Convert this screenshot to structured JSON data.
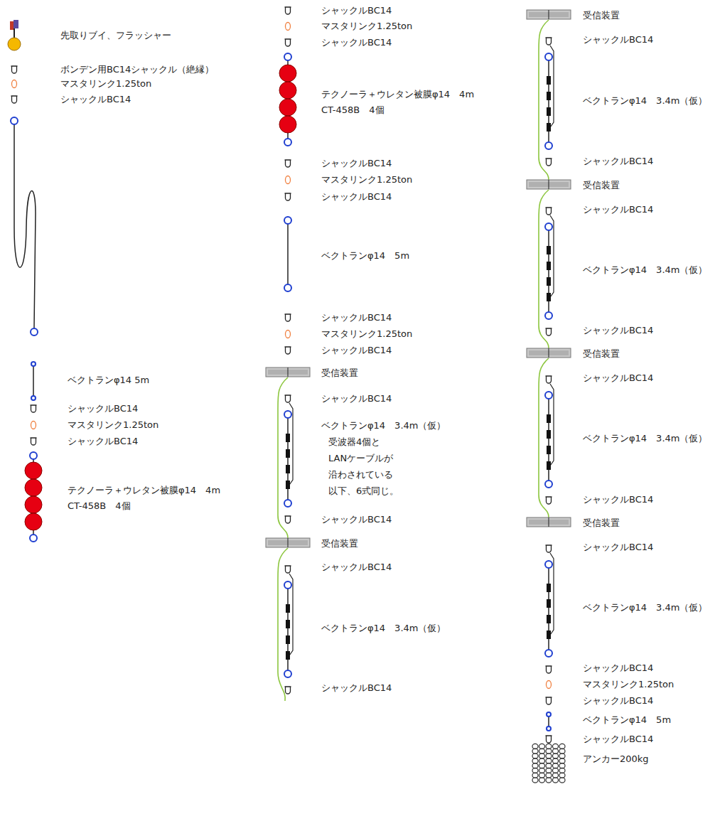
{
  "diagram": {
    "labels": [
      "先取りブイ、フラッシャー",
      "ボンデン用BC14シャックル（絶縁）",
      "マスタリンク1.25ton",
      "シャックルBC14",
      "ベクトランφ14 5m",
      "シャックルBC14",
      "マスタリンク1.25ton",
      "シャックルBC14",
      "テクノーラ＋ウレタン被膜φ14　4m",
      "CT-458B　4個",
      "シャックルBC14",
      "マスタリンク1.25ton",
      "シャックルBC14",
      "テクノーラ＋ウレタン被膜φ14　4m",
      "CT-458B　4個",
      "シャックルBC14",
      "マスタリンク1.25ton",
      "シャックルBC14",
      "ベクトランφ14　5m",
      "シャックルBC14",
      "マスタリンク1.25ton",
      "シャックルBC14",
      "受信装置",
      "シャックルBC14",
      "ベクトランφ14　3.4m（仮）",
      "受波器4個と LANケーブルが 沿わされている 以下、6式同じ。",
      "シャックルBC14",
      "受信装置",
      "シャックルBC14",
      "ベクトランφ14　3.4m（仮）",
      "シャックルBC14",
      "受信装置",
      "シャックルBC14",
      "ベクトランφ14　3.4m（仮）",
      "シャックルBC14",
      "受信装置",
      "シャックルBC14",
      "ベクトランφ14　3.4m（仮）",
      "シャックルBC14",
      "受信装置",
      "シャックルBC14",
      "ベクトランφ14　3.4m（仮）",
      "シャックルBC14",
      "受信装置",
      "シャックルBC14",
      "ベクトランφ14　3.4m（仮）",
      "シャックルBC14",
      "マスタリンク1.25ton",
      "シャックルBC14",
      "ベクトランφ14　5m",
      "シャックルBC14",
      "アンカー200kg"
    ]
  }
}
